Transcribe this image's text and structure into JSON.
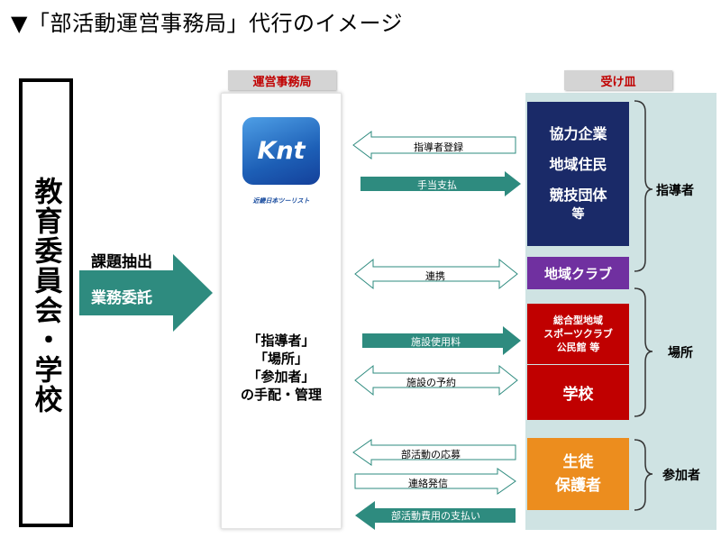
{
  "title": "▼「部活動運営事務局」代行のイメージ",
  "board": {
    "label": "教育委員会・学校"
  },
  "task": {
    "top": "課題抽出",
    "bottom": "業務委託"
  },
  "office": {
    "header": "運営事務局",
    "logo_text": "Knt",
    "logo_sub": "近畿日本ツーリスト",
    "line1": "「指導者」",
    "line2": "「場所」",
    "line3": "「参加者」",
    "line4": "の手配・管理"
  },
  "receiver": {
    "header": "受け皿",
    "box1": {
      "line1": "協力企業",
      "line2": "地域住民",
      "line3": "競技団体",
      "line4": "等"
    },
    "club": "地域クラブ",
    "sports": {
      "line1": "総合型地域",
      "line2": "スポーツクラブ",
      "line3": "公民館 等"
    },
    "school": "学校",
    "students": {
      "line1": "生徒",
      "line2": "保護者"
    }
  },
  "categories": {
    "instructor": "指導者",
    "place": "場所",
    "participant": "参加者"
  },
  "arrows": {
    "a1": "指導者登録",
    "a2": "手当支払",
    "a3": "連携",
    "a4": "施設使用料",
    "a5": "施設の予約",
    "a6": "部活動の応募",
    "a7": "連絡発信",
    "a8": "部活動費用の支払い"
  },
  "colors": {
    "teal": "#2e8b7f",
    "navy": "#1a2a68",
    "purple": "#7030a0",
    "red": "#c00000",
    "orange": "#ec8d1e",
    "receiver_bg": "#cfe3e3",
    "header_red": "#c00000"
  }
}
